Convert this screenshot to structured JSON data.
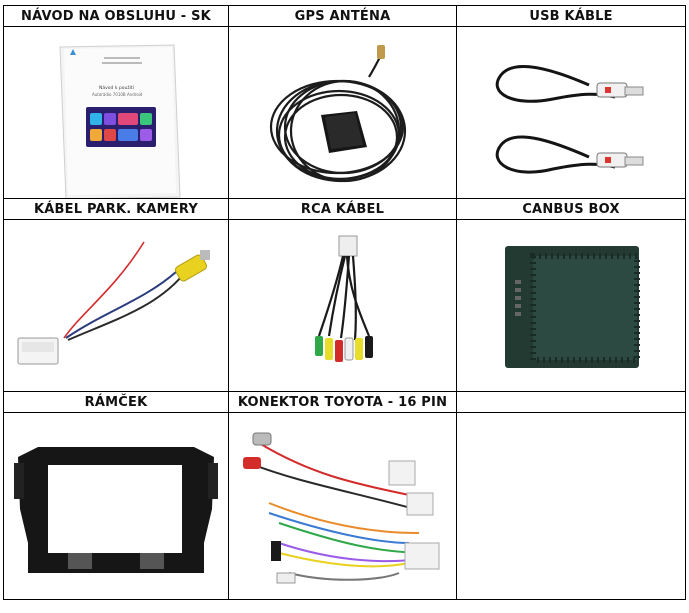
{
  "headers": {
    "r1": [
      "NÁVOD NA OBSLUHU - SK",
      "GPS ANTÉNA",
      "USB KÁBLE"
    ],
    "r2": [
      "KÁBEL PARK. KAMERY",
      "RCA KÁBEL",
      "CANBUS BOX"
    ],
    "r3": [
      "RÁMČEK",
      "KONEKTOR TOYOTA - 16 PIN",
      ""
    ]
  },
  "manual": {
    "line1": "Návod k použití",
    "line2": "Autorádio 7010B Android"
  },
  "icons": {
    "manual": "manual-booklet-icon",
    "gps": "gps-antenna-icon",
    "usb": "usb-cables-icon",
    "camera": "parking-camera-cable-icon",
    "rca": "rca-cable-icon",
    "canbus": "canbus-box-icon",
    "frame": "dash-frame-icon",
    "harness": "toyota-harness-icon"
  }
}
